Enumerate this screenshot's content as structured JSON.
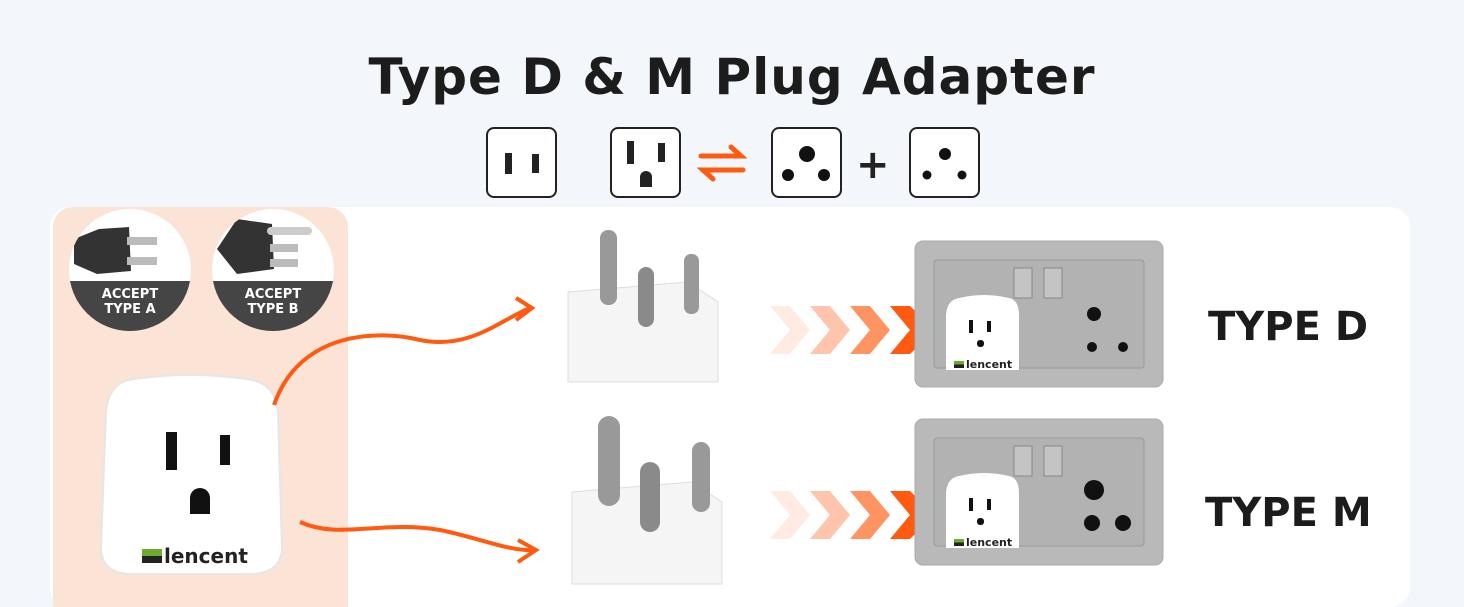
{
  "title": "Type D & M Plug Adapter",
  "socket_icons": [
    "type-a-socket-icon",
    "type-b-socket-icon",
    "type-d-socket-icon",
    "type-m-socket-icon"
  ],
  "plus": "+",
  "accept": [
    {
      "line1": "ACCEPT",
      "line2": "TYPE A"
    },
    {
      "line1": "ACCEPT",
      "line2": "TYPE B"
    }
  ],
  "brand": "lencent",
  "rows": [
    {
      "label": "TYPE D"
    },
    {
      "label": "TYPE M"
    }
  ],
  "colors": {
    "accent": "#ff5a10",
    "peach": "#fbe3d6",
    "background": "#f3f7fb"
  }
}
